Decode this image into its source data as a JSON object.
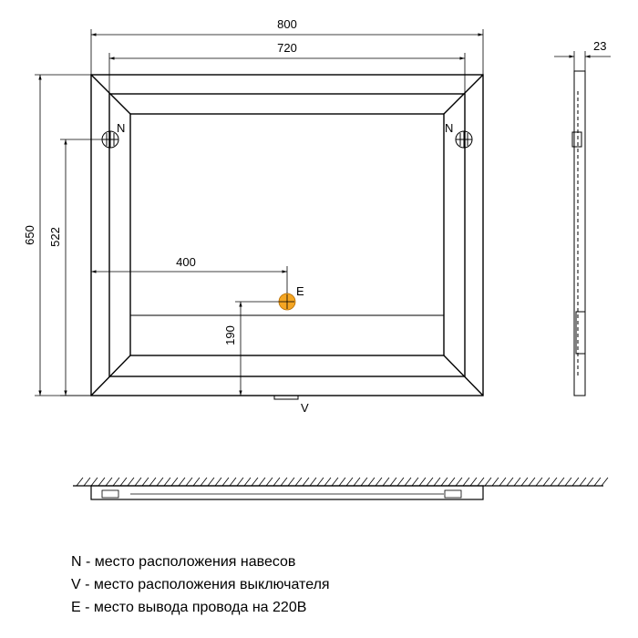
{
  "drawing": {
    "dimensions": {
      "overall_width": "800",
      "inner_width": "720",
      "depth": "23",
      "overall_height": "650",
      "hanger_height": "522",
      "outlet_offset_x": "400",
      "outlet_height": "190"
    },
    "markers": {
      "hanger_left": "N",
      "hanger_right": "N",
      "outlet": "E",
      "switch": "V"
    },
    "colors": {
      "outlet_fill": "#f5a623",
      "line": "#000000"
    }
  },
  "legend": [
    {
      "key": "N",
      "text": "N - место расположения навесов"
    },
    {
      "key": "V",
      "text": "V - место расположения выключателя"
    },
    {
      "key": "E",
      "text": "E - место вывода провода на 220В"
    }
  ]
}
